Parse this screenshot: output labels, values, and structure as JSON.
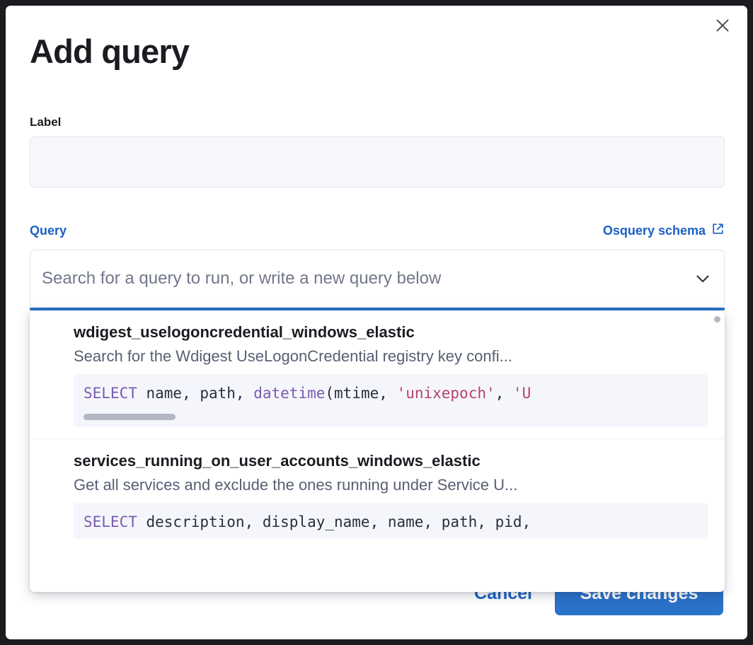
{
  "modal": {
    "title": "Add query",
    "close_icon": "close-icon"
  },
  "label_field": {
    "label": "Label",
    "value": "",
    "placeholder": ""
  },
  "query_field": {
    "label": "Query",
    "schema_link_text": "Osquery schema",
    "schema_link_icon": "external-link-icon",
    "search_value": "",
    "search_placeholder": "Search for a query to run, or write a new query below",
    "chevron_icon": "chevron-down-icon"
  },
  "dropdown": {
    "options": [
      {
        "title": "wdigest_uselogoncredential_windows_elastic",
        "description": "Search for the Wdigest UseLogonCredential registry key confi...",
        "code_tokens": [
          {
            "text": "SELECT",
            "type": "keyword"
          },
          {
            "text": " name, path, ",
            "type": "plain"
          },
          {
            "text": "datetime",
            "type": "function"
          },
          {
            "text": "(mtime, ",
            "type": "plain"
          },
          {
            "text": "'unixepoch'",
            "type": "string"
          },
          {
            "text": ", ",
            "type": "plain"
          },
          {
            "text": "'U",
            "type": "string"
          }
        ],
        "has_hscrollbar": true
      },
      {
        "title": "services_running_on_user_accounts_windows_elastic",
        "description": "Get all services and exclude the ones running under Service U...",
        "code_tokens": [
          {
            "text": "SELECT",
            "type": "keyword"
          },
          {
            "text": " description, display_name, name, path, pid,",
            "type": "plain"
          }
        ],
        "has_hscrollbar": false
      }
    ]
  },
  "footer": {
    "cancel_label": "Cancel",
    "save_label": "Save changes"
  },
  "colors": {
    "accent_blue": "#2a71c9",
    "link_blue": "#1b61c4",
    "keyword_purple": "#7a5cb0",
    "string_crimson": "#b5436b",
    "text_dark": "#1a1c21",
    "muted_text": "#585f73",
    "code_bg": "#f5f6fb",
    "input_bg": "#f7f8fc"
  }
}
